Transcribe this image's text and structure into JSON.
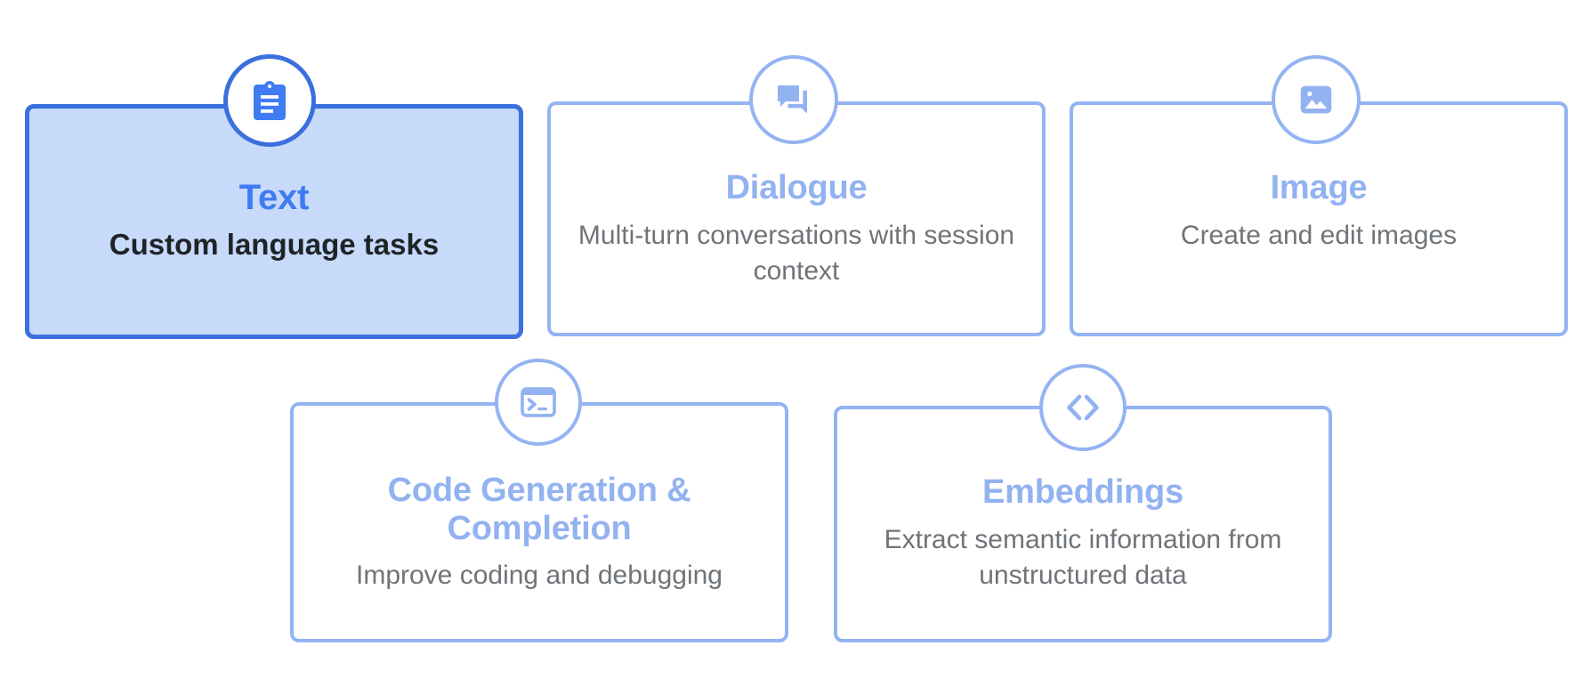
{
  "diagram": {
    "name": "model-capabilities",
    "colors": {
      "selected_border": "#3a6fdd",
      "selected_fill": "#c7daf9",
      "selected_title": "#3f7bf2",
      "selected_desc": "#1f2326",
      "plain_border": "#94b3f2",
      "plain_fill": "#ffffff",
      "plain_title": "#92b2f0",
      "plain_desc": "#6f7479",
      "page_background": "#ffffff"
    }
  },
  "cards": [
    {
      "id": "text",
      "title": "Text",
      "description": "Custom language tasks",
      "icon": "clipboard-icon",
      "selected": true
    },
    {
      "id": "dialogue",
      "title": "Dialogue",
      "description": "Multi-turn conversations with session context",
      "icon": "chat-bubbles-icon",
      "selected": false
    },
    {
      "id": "image",
      "title": "Image",
      "description": "Create and edit images",
      "icon": "picture-icon",
      "selected": false
    },
    {
      "id": "code-generation",
      "title": "Code Generation & Completion",
      "description": "Improve coding and debugging",
      "icon": "terminal-icon",
      "selected": false
    },
    {
      "id": "embeddings",
      "title": "Embeddings",
      "description": "Extract semantic information from unstructured data",
      "icon": "code-brackets-icon",
      "selected": false
    }
  ]
}
